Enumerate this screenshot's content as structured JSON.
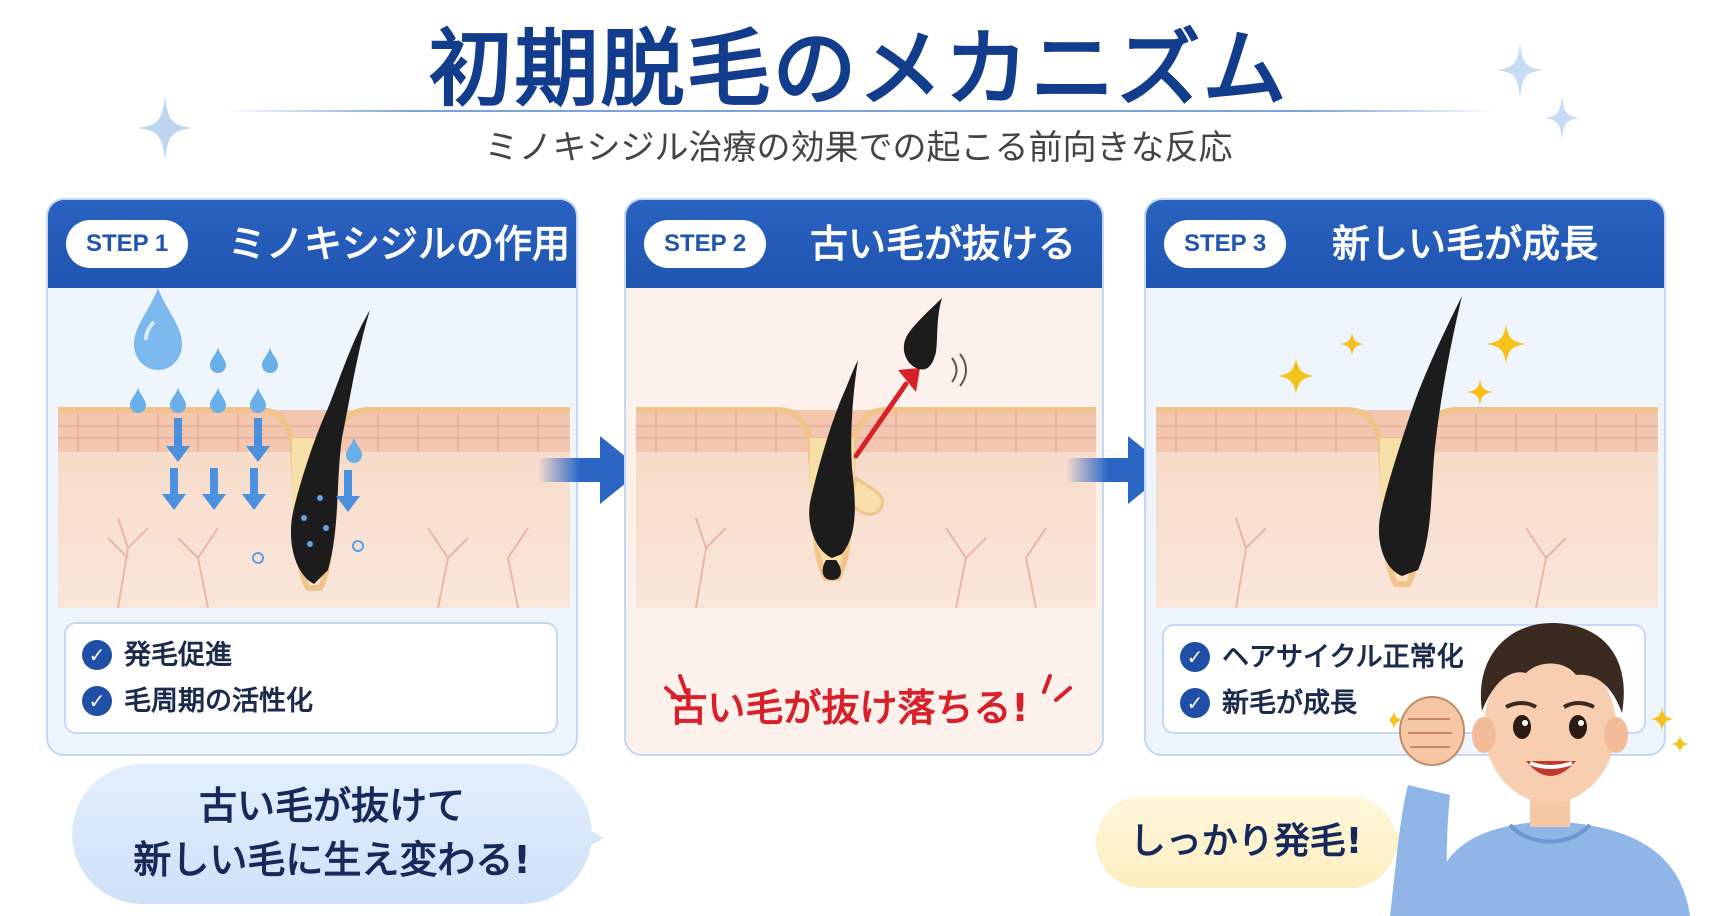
{
  "title": "初期脱毛のメカニズム",
  "subtitle": "ミノキシジル治療の効果での起こる前向きな反応",
  "steps": [
    {
      "label": "STEP 1",
      "title": "ミノキシジルの作用",
      "checks": [
        "発毛促進",
        "毛周期の活性化"
      ]
    },
    {
      "label": "STEP 2",
      "title": "古い毛が抜ける",
      "note": "古い毛が抜け落ちる!"
    },
    {
      "label": "STEP 3",
      "title": "新しい毛が成長",
      "checks": [
        "ヘアサイクル正常化",
        "新毛が成長"
      ]
    }
  ],
  "bubble_left": {
    "line1": "古い毛が抜けて",
    "line2": "新しい毛に生え変わる!"
  },
  "bubble_right": "しっかり発毛!",
  "colors": {
    "primary": "#1f55b0",
    "title": "#123c8c",
    "accent_red": "#d8202a",
    "skin": "#f7d6c4",
    "hair": "#1c1c1c"
  },
  "icons": [
    "sparkle-icon",
    "water-drop-icon",
    "check-icon",
    "arrow-right-icon",
    "arrow-up-icon",
    "hair-follicle-icon",
    "person-icon"
  ]
}
